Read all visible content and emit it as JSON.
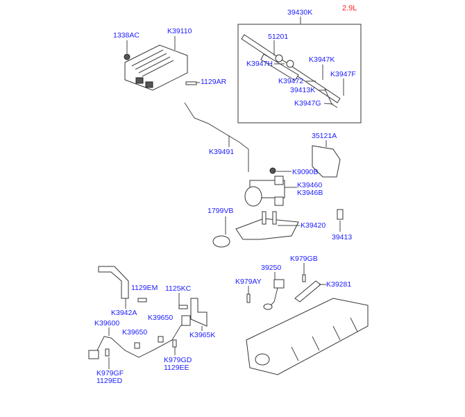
{
  "engine": "2.9L",
  "labels": {
    "l39430K": "39430K",
    "l1338AC": "1338AC",
    "lK39110": "K39110",
    "l51201": "51201",
    "lK3947H": "K3947H",
    "lK3947K": "K3947K",
    "lK3947F": "K3947F",
    "lK39472": "K39472",
    "l39413K": "39413K",
    "lK3947G": "K3947G",
    "l1129AR": "1129AR",
    "lK39491": "K39491",
    "l35121A": "35121A",
    "lK9090B": "K9090B",
    "lK39460": "K39460",
    "lK3946B": "K3946B",
    "l1799VB": "1799VB",
    "lK39420": "K39420",
    "l39413": "39413",
    "lK979GB": "K979GB",
    "l39250": "39250",
    "lK979AY": "K979AY",
    "lK39281": "K39281",
    "l1129EM": "1129EM",
    "l1125KC": "1125KC",
    "lK3942A": "K3942A",
    "lK39650a": "K39650",
    "lK39600": "K39600",
    "lK39650b": "K39650",
    "lK3965K": "K3965K",
    "lK979GD": "K979GD",
    "l1129EE": "1129EE",
    "lK979GF": "K979GF",
    "l1129ED": "1129ED"
  }
}
